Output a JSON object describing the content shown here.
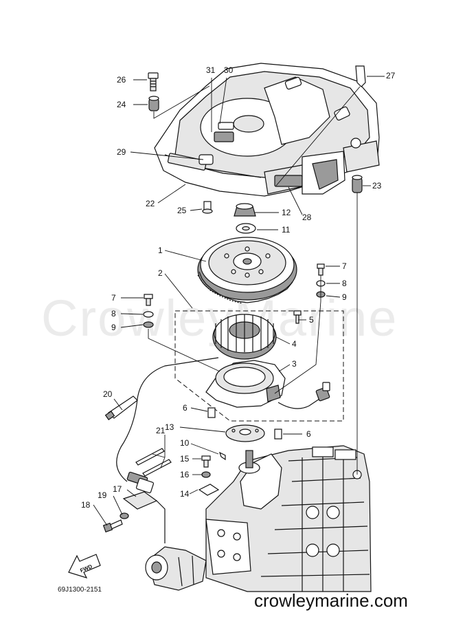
{
  "watermark": "CrowleyMarine",
  "drawing_code": "69J1300-2151",
  "site": "crowleymarine.com",
  "fwd_label": "FWD",
  "callouts": {
    "c26": "26",
    "c24": "24",
    "c31": "31",
    "c30": "30",
    "c27": "27",
    "c29": "29",
    "c23": "23",
    "c22": "22",
    "c25": "25",
    "c12": "12",
    "c28": "28",
    "c11": "11",
    "c1": "1",
    "c2": "2",
    "c7a": "7",
    "c8a": "8",
    "c9a": "9",
    "c7b": "7",
    "c8b": "8",
    "c9b": "9",
    "c5": "5",
    "c4": "4",
    "c3": "3",
    "c20": "20",
    "c6a": "6",
    "c13": "13",
    "c6b": "6",
    "c21": "21",
    "c10": "10",
    "c15": "15",
    "c16": "16",
    "c17": "17",
    "c19": "19",
    "c14": "14",
    "c18": "18"
  }
}
